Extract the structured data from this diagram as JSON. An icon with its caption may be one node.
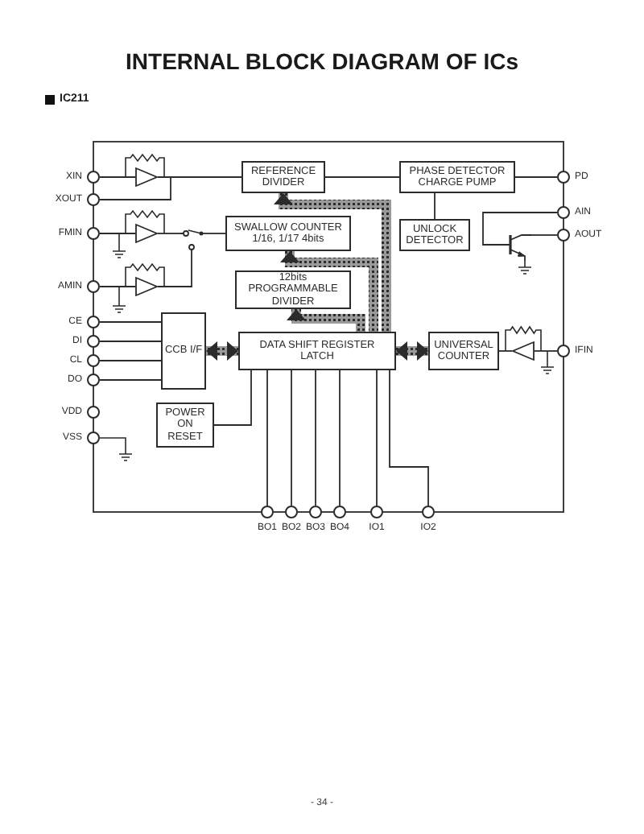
{
  "diagram": {
    "title": "INTERNAL BLOCK DIAGRAM OF ICs",
    "nodes": [
      {
        "text": [
          "REFERENCE DIVIDER"
        ]
      },
      {
        "text": [
          "PHASE DETECTOR CHARGE PUMP"
        ]
      },
      {
        "text": [
          "SWALLOW COUNTER 1/16, 1/17 4bits"
        ]
      },
      {
        "text": [
          "UNLOCK DETECTOR"
        ]
      },
      {
        "text": [
          "12bits PROGRAMMABLE DIVIDER"
        ]
      },
      {
        "text": [
          "CCB I/F"
        ]
      },
      {
        "text": [
          "DATA SHIFT REGISTER LATCH"
        ]
      },
      {
        "text": [
          "UNIVERSAL COUNTER"
        ]
      },
      {
        "text": [
          "POWER ON RESET"
        ]
      },
      {
        "text": [],
        "shape": "circle",
        "beside": [
          "XIN"
        ]
      },
      {
        "text": [],
        "shape": "circle",
        "beside": [
          "XOUT"
        ]
      },
      {
        "text": [],
        "shape": "circle",
        "beside": [
          "FMIN"
        ]
      },
      {
        "text": [],
        "shape": "circle",
        "beside": [
          "AMIN"
        ]
      },
      {
        "text": [],
        "shape": "circle",
        "beside": [
          "CE"
        ]
      },
      {
        "text": [],
        "shape": "circle",
        "beside": [
          "DI"
        ]
      },
      {
        "text": [],
        "shape": "circle",
        "beside": [
          "CL"
        ]
      },
      {
        "text": [],
        "shape": "circle",
        "beside": [
          "DO"
        ]
      },
      {
        "text": [],
        "shape": "circle",
        "beside": [
          "VDD"
        ]
      },
      {
        "text": [],
        "shape": "circle",
        "beside": [
          "VSS"
        ]
      },
      {
        "text": [],
        "shape": "circle",
        "beside": [
          "BO1"
        ]
      },
      {
        "text": [],
        "shape": "circle",
        "beside": [
          "BO2"
        ]
      },
      {
        "text": [],
        "shape": "circle",
        "beside": [
          "BO3"
        ]
      },
      {
        "text": [],
        "shape": "circle",
        "beside": [
          "BO4"
        ]
      },
      {
        "text": [],
        "shape": "circle",
        "beside": [
          "IO1"
        ]
      },
      {
        "text": [],
        "shape": "circle",
        "beside": [
          "IO2"
        ]
      },
      {
        "text": [],
        "shape": "circle",
        "beside": [
          "PD"
        ]
      },
      {
        "text": [],
        "shape": "circle",
        "beside": [
          "AIN"
        ]
      },
      {
        "text": [],
        "shape": "circle",
        "beside": [
          "AOUT"
        ]
      },
      {
        "text": [],
        "shape": "circle",
        "beside": [
          "IFIN"
        ]
      },
      {
        "text": [],
        "shape": "triangle"
      },
      {
        "text": [],
        "shape": "triangle"
      },
      {
        "text": [],
        "shape": "triangle"
      },
      {
        "text": [],
        "shape": "switch"
      },
      {
        "text": [],
        "shape": "transistor"
      },
      {
        "text": [],
        "shape": "triangle"
      }
    ],
    "edges": [
      {
        "from": 9,
        "to": 29,
        "arrow": "none"
      },
      {
        "from": 29,
        "to": 10,
        "arrow": "none"
      },
      {
        "from": 29,
        "to": 0,
        "arrow": "none"
      },
      {
        "from": 0,
        "to": 1,
        "arrow": "none"
      },
      {
        "from": 1,
        "to": 25,
        "arrow": "none"
      },
      {
        "from": 11,
        "to": 30,
        "arrow": "none"
      },
      {
        "from": 12,
        "to": 31,
        "arrow": "none"
      },
      {
        "from": 30,
        "to": 32,
        "arrow": "none"
      },
      {
        "from": 31,
        "to": 32,
        "arrow": "none"
      },
      {
        "from": 32,
        "to": 2,
        "arrow": "none"
      },
      {
        "from": 1,
        "to": 3,
        "arrow": "none"
      },
      {
        "from": 6,
        "to": 0,
        "arrow": "to",
        "style": "thick"
      },
      {
        "from": 6,
        "to": 2,
        "arrow": "to",
        "style": "thick"
      },
      {
        "from": 6,
        "to": 4,
        "arrow": "to",
        "style": "thick"
      },
      {
        "from": 13,
        "to": 5,
        "arrow": "none"
      },
      {
        "from": 14,
        "to": 5,
        "arrow": "none"
      },
      {
        "from": 15,
        "to": 5,
        "arrow": "none"
      },
      {
        "from": 5,
        "to": 16,
        "arrow": "none"
      },
      {
        "from": 5,
        "to": 6,
        "arrow": "both",
        "style": "thick"
      },
      {
        "from": 6,
        "to": 7,
        "arrow": "both",
        "style": "thick"
      },
      {
        "from": 8,
        "to": 6,
        "arrow": "none"
      },
      {
        "from": 6,
        "to": 19,
        "arrow": "none"
      },
      {
        "from": 6,
        "to": 20,
        "arrow": "none"
      },
      {
        "from": 6,
        "to": 21,
        "arrow": "none"
      },
      {
        "from": 6,
        "to": 22,
        "arrow": "none"
      },
      {
        "from": 6,
        "to": 23,
        "arrow": "none"
      },
      {
        "from": 6,
        "to": 24,
        "arrow": "none"
      },
      {
        "from": 28,
        "to": 34,
        "arrow": "none"
      },
      {
        "from": 34,
        "to": 7,
        "arrow": "none"
      },
      {
        "from": 26,
        "to": 33,
        "arrow": "none"
      },
      {
        "from": 33,
        "to": 27,
        "arrow": "none"
      }
    ],
    "labels": [
      "IC211",
      "- 34 -"
    ]
  }
}
